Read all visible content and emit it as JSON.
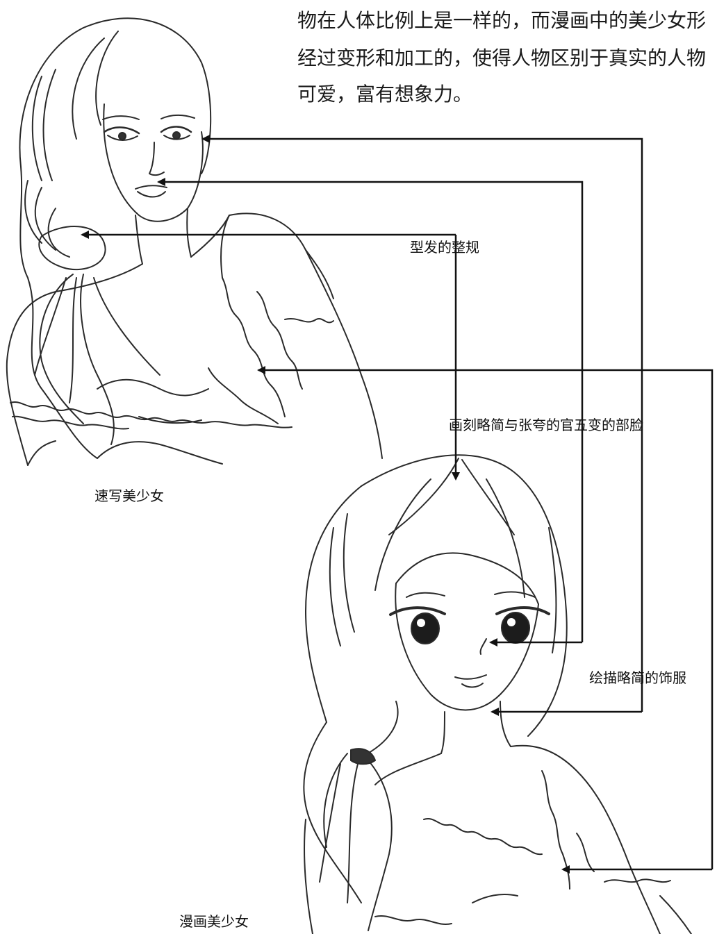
{
  "intro_text": {
    "lines": [
      "物在人体比例上是一样的，而漫画中的美少女形",
      "经过变形和加工的，使得人物区别于真实的人物",
      "可爱，富有想象力。"
    ]
  },
  "callouts": {
    "hair": "型发的整规",
    "face": "画刻略简与张夸的官五变的部脸",
    "clothing": "绘描略简的饰服"
  },
  "captions": {
    "sketch": "速写美少女",
    "manga": "漫画美少女"
  },
  "colors": {
    "ink": "#111111",
    "paper": "#ffffff"
  }
}
